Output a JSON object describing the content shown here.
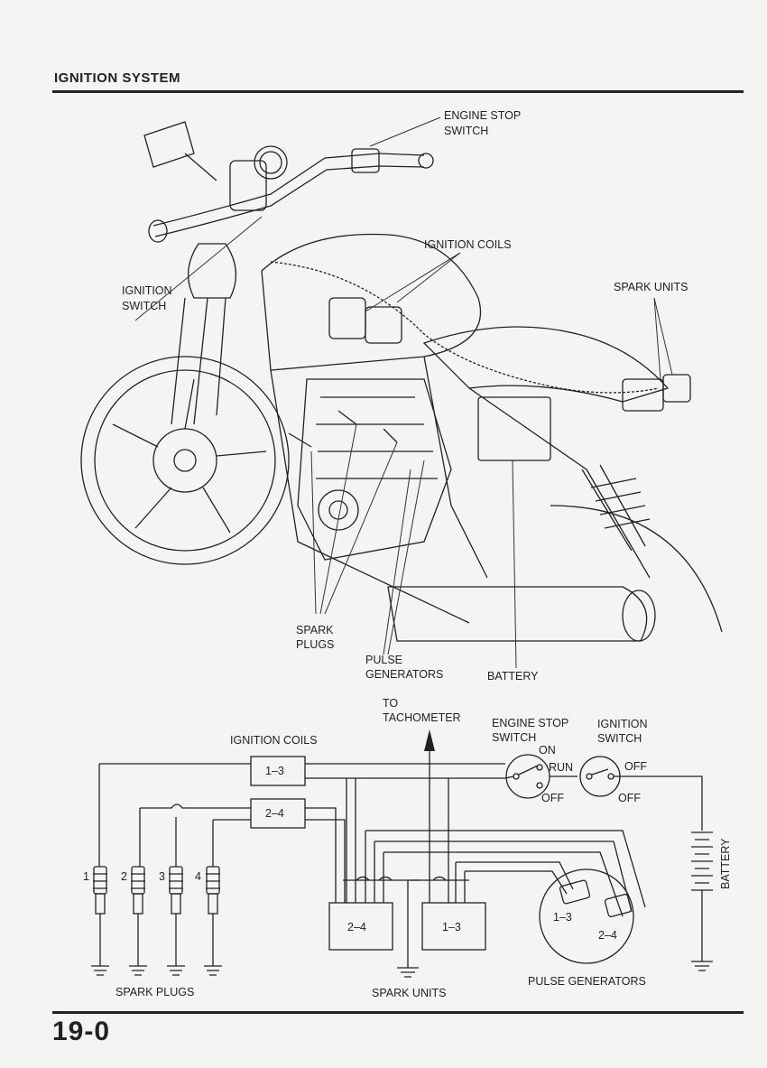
{
  "header": {
    "title": "IGNITION SYSTEM"
  },
  "footer": {
    "page_number": "19-0"
  },
  "illustration": {
    "labels": {
      "engine_stop_switch_1": "ENGINE STOP",
      "engine_stop_switch_2": "SWITCH",
      "ignition_switch_1": "IGNITION",
      "ignition_switch_2": "SWITCH",
      "ignition_coils": "IGNITION COILS",
      "spark_units": "SPARK UNITS",
      "spark_plugs_1": "SPARK",
      "spark_plugs_2": "PLUGS",
      "pulse_generators_1": "PULSE",
      "pulse_generators_2": "GENERATORS",
      "battery": "BATTERY"
    }
  },
  "schematic": {
    "to_tachometer_1": "TO",
    "to_tachometer_2": "TACHOMETER",
    "ignition_coils": "IGNITION COILS",
    "coil_1_3": "1–3",
    "coil_2_4": "2–4",
    "engine_stop_switch_1": "ENGINE STOP",
    "engine_stop_switch_2": "SWITCH",
    "ignition_switch_1": "IGNITION",
    "ignition_switch_2": "SWITCH",
    "on": "ON",
    "run": "RUN",
    "off_stop": "OFF",
    "off_ign_top": "OFF",
    "off_ign_bottom": "OFF",
    "battery": "BATTERY",
    "plug_numbers": [
      "1",
      "2",
      "3",
      "4"
    ],
    "spark_unit_2_4": "2–4",
    "spark_unit_1_3": "1–3",
    "pulse_1_3": "1–3",
    "pulse_2_4": "2–4",
    "spark_plugs": "SPARK PLUGS",
    "spark_units": "SPARK UNITS",
    "pulse_generators": "PULSE GENERATORS"
  }
}
